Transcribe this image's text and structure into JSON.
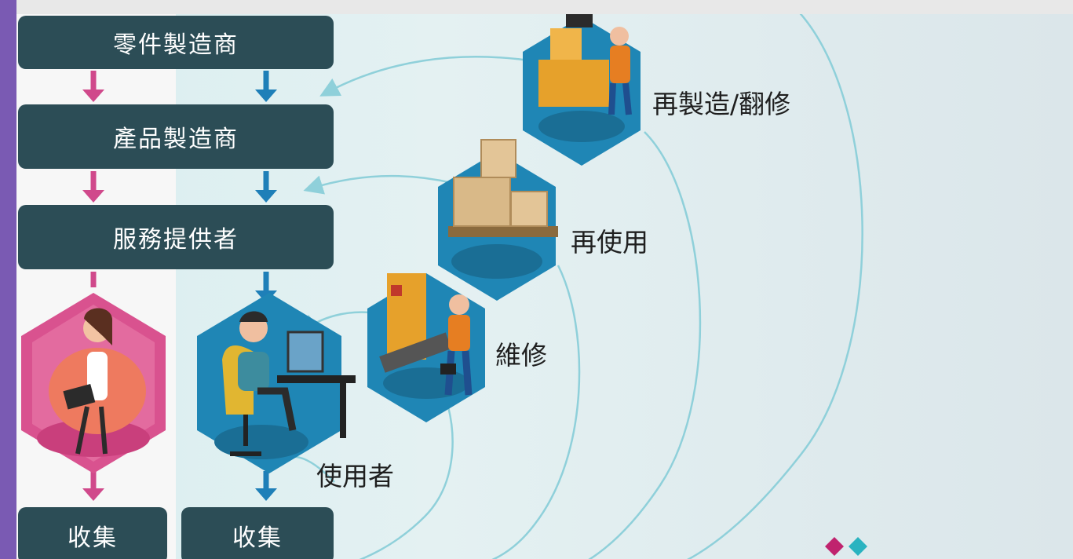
{
  "supply_chain": {
    "parts_maker": "零件製造商",
    "product_maker": "產品製造商",
    "service_provider": "服務提供者",
    "collect_left": "收集",
    "collect_right": "收集"
  },
  "loops": {
    "remanufacture": "再製造/翻修",
    "reuse": "再使用",
    "repair": "維修",
    "user": "使用者"
  },
  "colors": {
    "box": "#2c4d56",
    "pink_arrow": "#d0498b",
    "blue_arrow": "#1e7fb8",
    "loop_line": "#8fd0da",
    "hex_blue": "#1f86b5",
    "hex_pink": "#d9528f"
  }
}
